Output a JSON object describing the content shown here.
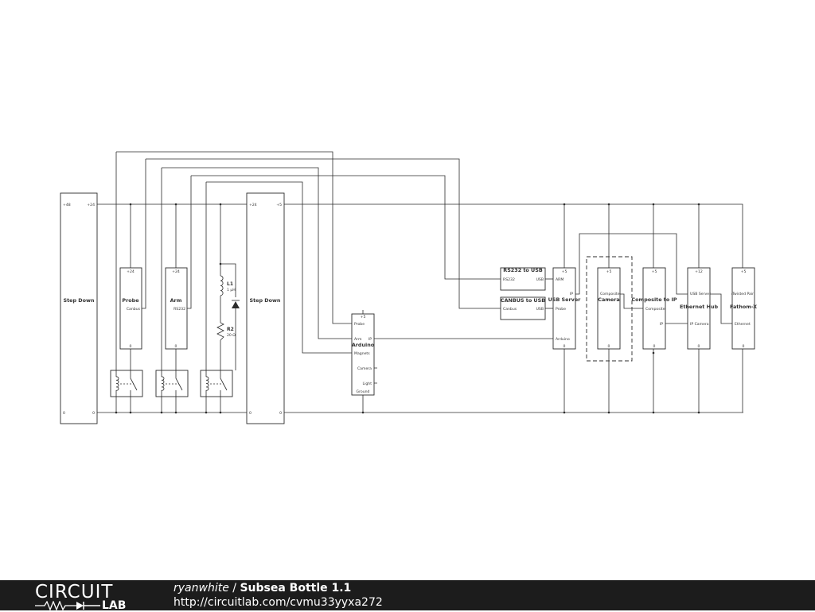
{
  "schematic": {
    "step_down_1": {
      "label": "Step Down",
      "pin_in": "+48",
      "pin_out": "+24",
      "gnd_in": "0",
      "gnd_out": "0"
    },
    "step_down_2": {
      "label": "Step Down",
      "pin_in": "+24",
      "pin_out": "+5",
      "gnd_in": "0",
      "gnd_out": "0"
    },
    "probe": {
      "label": "Probe",
      "power": "+24",
      "port": "Canbus",
      "ground": "0"
    },
    "arm": {
      "label": "Arm",
      "power": "+24",
      "port": "RS232",
      "ground": "0"
    },
    "inductor": {
      "ref": "L1",
      "value": "1 µH"
    },
    "resistor": {
      "ref": "R2",
      "value": "20 Ω"
    },
    "arduino": {
      "label": "Arduino",
      "power": "+5",
      "pin_probe": "Probe",
      "pin_arm": "Arm",
      "pin_ip": "IP",
      "pin_magnets": "Magnets",
      "pin_camera": "Camera",
      "pin_light": "Light",
      "pin_ground": "Ground"
    },
    "rs232_usb": {
      "label": "RS232 to USB",
      "pin_in": "RS232",
      "pin_out": "USB"
    },
    "canbus_usb": {
      "label": "CANBUS to USB",
      "pin_in": "Canbus",
      "pin_out": "USB"
    },
    "usb_server": {
      "label": "USB Server",
      "power": "+5",
      "pin_arm": "ARM",
      "pin_ip": "IP",
      "pin_probe": "Probe",
      "pin_arduino": "Arduino",
      "ground": "0"
    },
    "camera": {
      "label": "Camera",
      "power": "+5",
      "pin_out": "Composite",
      "ground": "0"
    },
    "composite_ip": {
      "label": "Composite to IP",
      "power": "+5",
      "pin_in": "Composite",
      "pin_out": "IP",
      "ground": "0"
    },
    "ethernet_hub": {
      "label": "Ethernet Hub",
      "power": "+12",
      "pin_usb": "USB Server",
      "pin_cam": "IP Camera",
      "ground": "0"
    },
    "fathom": {
      "label": "Fathom-X",
      "power": "+5",
      "pin_tp": "Twisted Pair",
      "pin_eth": "Ethernet",
      "ground": "0"
    }
  },
  "footer": {
    "logo_top": "CIRCUIT",
    "logo_bottom": "LAB",
    "author": "ryanwhite",
    "separator": " / ",
    "project": "Subsea Bottle 1.1",
    "url": "http://circuitlab.com/cvmu33yyxa272"
  }
}
